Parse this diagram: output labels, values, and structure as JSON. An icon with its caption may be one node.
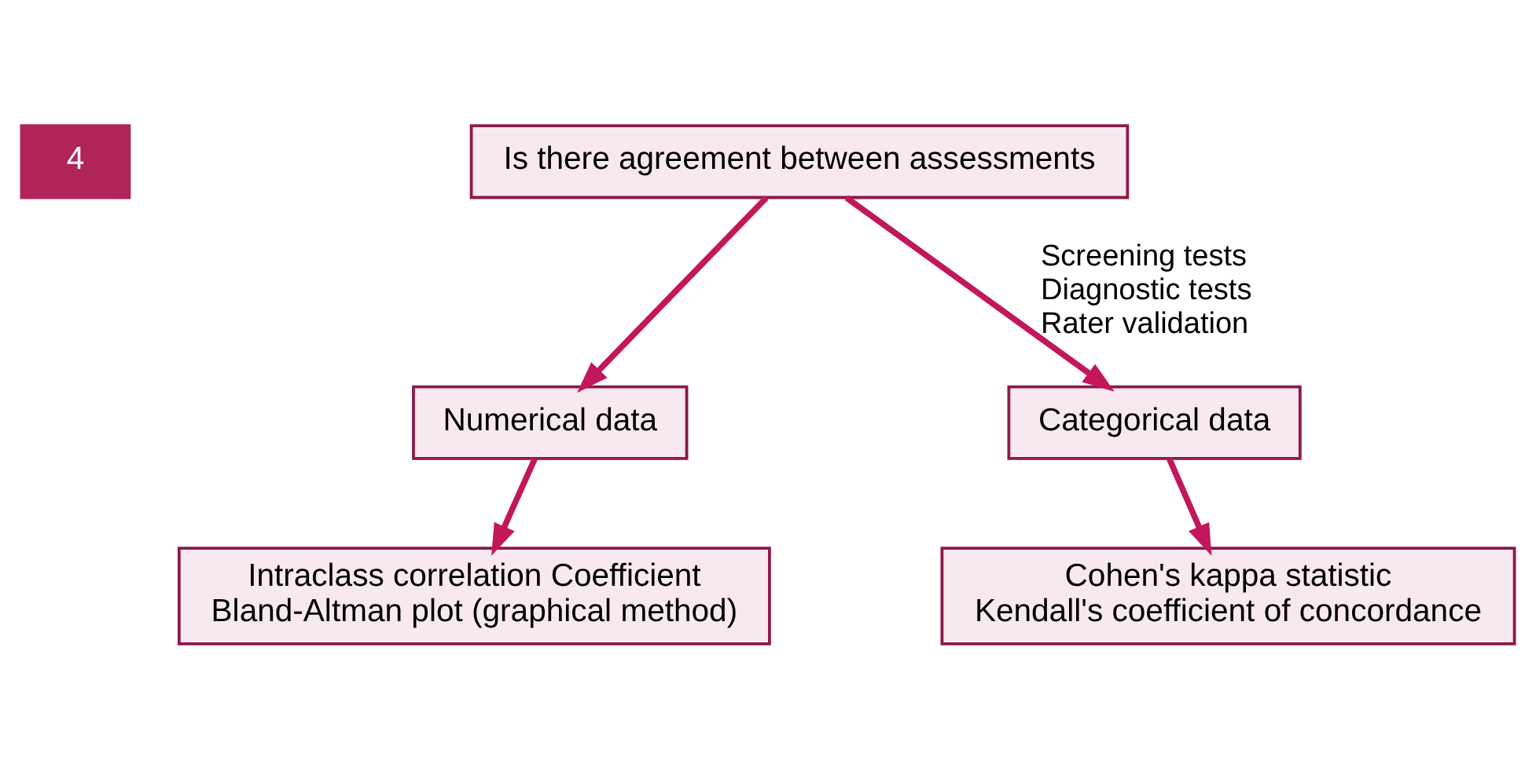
{
  "diagram": {
    "nodes": [
      {
        "text": [
          "4"
        ]
      },
      {
        "text": [
          "Is there agreement between assessments"
        ]
      },
      {
        "text": [
          "Numerical data"
        ]
      },
      {
        "text": [
          "Categorical data"
        ]
      },
      {
        "text": [
          "Intraclass correlation Coefficient",
          "Bland-Altman plot (graphical method)"
        ]
      },
      {
        "text": [
          "Cohen's kappa statistic",
          "Kendall's coefficient of concordance"
        ]
      }
    ],
    "edges": [
      {
        "from": 1,
        "to": 2,
        "arrow": "to"
      },
      {
        "from": 1,
        "to": 3,
        "arrow": "to",
        "label": "Screening tests Diagnostic tests Rater validation"
      },
      {
        "from": 2,
        "to": 4,
        "arrow": "to"
      },
      {
        "from": 3,
        "to": 5,
        "arrow": "to"
      }
    ]
  }
}
